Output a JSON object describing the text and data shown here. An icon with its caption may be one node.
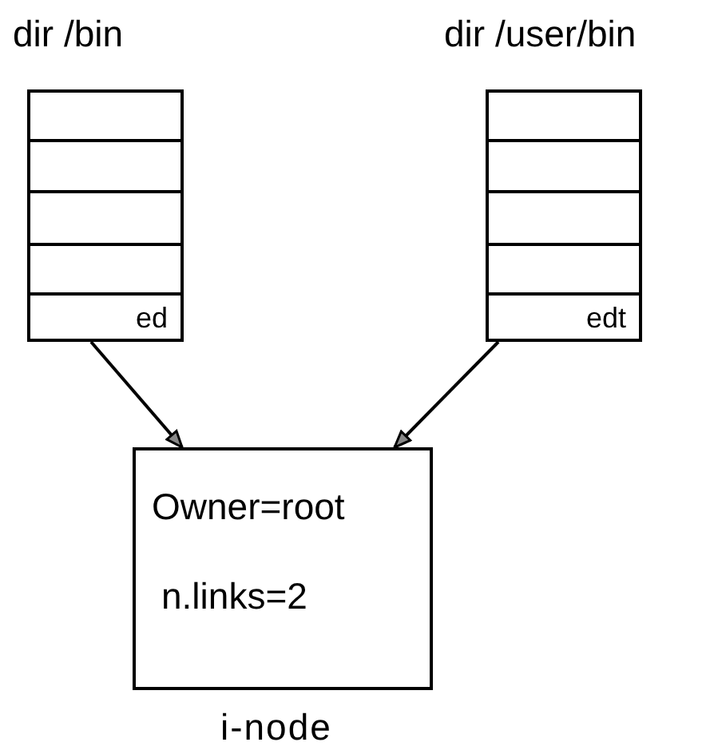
{
  "diagram": {
    "nodes": [
      {
        "text": [
          "dir /bin"
        ]
      },
      {
        "text": [],
        "shape": "box",
        "in": 0
      },
      {
        "text": [],
        "shape": "box",
        "in": 0
      },
      {
        "text": [],
        "shape": "box",
        "in": 0
      },
      {
        "text": [],
        "shape": "box",
        "in": 0
      },
      {
        "text": [
          "ed"
        ],
        "in": 0
      },
      {
        "text": [
          "dir /user/bin"
        ]
      },
      {
        "text": [],
        "shape": "box",
        "in": 6
      },
      {
        "text": [],
        "shape": "box",
        "in": 6
      },
      {
        "text": [],
        "shape": "box",
        "in": 6
      },
      {
        "text": [],
        "shape": "box",
        "in": 6
      },
      {
        "text": [
          "edt"
        ],
        "in": 6
      },
      {
        "text": [
          "Owner=root",
          "n.links=2"
        ],
        "beside": [
          "i-node"
        ]
      }
    ],
    "edges": [
      {
        "from": 5,
        "to": 12,
        "arrow": "to"
      },
      {
        "from": 11,
        "to": 12,
        "arrow": "to"
      }
    ]
  }
}
